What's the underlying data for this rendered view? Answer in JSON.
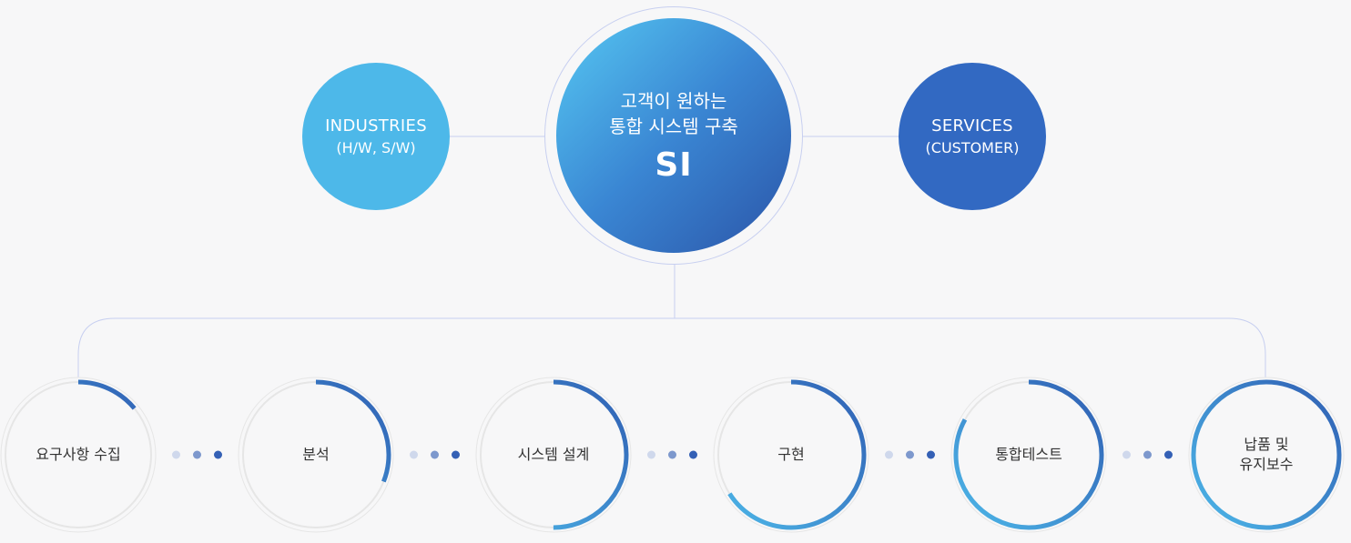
{
  "center": {
    "line1": "고객이 원하는",
    "line2": "통합 시스템 구축",
    "title": "SI"
  },
  "industries": {
    "line1": "INDUSTRIES",
    "line2": "(H/W, S/W)"
  },
  "services": {
    "line1": "SERVICES",
    "line2": "(CUSTOMER)"
  },
  "steps": [
    {
      "label": "요구사항 수집",
      "progress": 0.14
    },
    {
      "label": "분석",
      "progress": 0.31
    },
    {
      "label": "시스템 설계",
      "progress": 0.5
    },
    {
      "label": "구현",
      "progress": 0.66
    },
    {
      "label": "통합테스트",
      "progress": 0.83
    },
    {
      "label": "납품 및\n유지보수",
      "progress": 1.0
    }
  ],
  "colors": {
    "ring_start": "#4db8e9",
    "ring_end": "#2f5db2",
    "track": "#e6e6e6",
    "line": "#c7cff0"
  }
}
